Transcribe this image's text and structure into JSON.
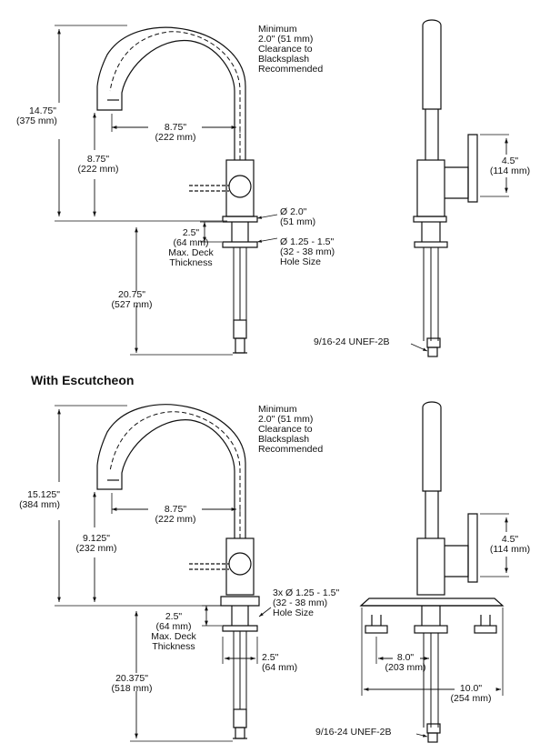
{
  "section_heading": "With Escutcheon",
  "top": {
    "note": [
      "Minimum",
      "2.0\" (51 mm)",
      "Clearance to",
      "Blacksplash",
      "Recommended"
    ],
    "total_height": [
      "14.75\"",
      "(375 mm)"
    ],
    "reach": [
      "8.75\"",
      "(222 mm)"
    ],
    "spout_height": [
      "8.75\"",
      "(222 mm)"
    ],
    "base_diameter": [
      "Ø 2.0\"",
      "(51 mm)"
    ],
    "deck": [
      "2.5\"",
      "(64 mm)",
      "Max. Deck",
      "Thickness"
    ],
    "hole": [
      "Ø 1.25 - 1.5\"",
      "(32 - 38 mm)",
      "Hole Size"
    ],
    "shank": [
      "20.75\"",
      "(527 mm)"
    ],
    "handle": [
      "4.5\"",
      "(114 mm)"
    ],
    "thread": "9/16-24 UNEF-2B"
  },
  "bottom": {
    "note": [
      "Minimum",
      "2.0\" (51 mm)",
      "Clearance to",
      "Blacksplash",
      "Recommended"
    ],
    "total_height": [
      "15.125\"",
      "(384 mm)"
    ],
    "reach": [
      "8.75\"",
      "(222 mm)"
    ],
    "spout_height": [
      "9.125\"",
      "(232 mm)"
    ],
    "hole": [
      "3x Ø 1.25 - 1.5\"",
      "(32 - 38 mm)",
      "Hole Size"
    ],
    "deck": [
      "2.5\"",
      "(64 mm)",
      "Max. Deck",
      "Thickness"
    ],
    "shank_width": [
      "2.5\"",
      "(64 mm)"
    ],
    "shank": [
      "20.375\"",
      "(518 mm)"
    ],
    "handle": [
      "4.5\"",
      "(114 mm)"
    ],
    "spread": [
      "8.0\"",
      "(203 mm)"
    ],
    "plate_width": [
      "10.0\"",
      "(254 mm)"
    ],
    "thread": "9/16-24 UNEF-2B"
  }
}
